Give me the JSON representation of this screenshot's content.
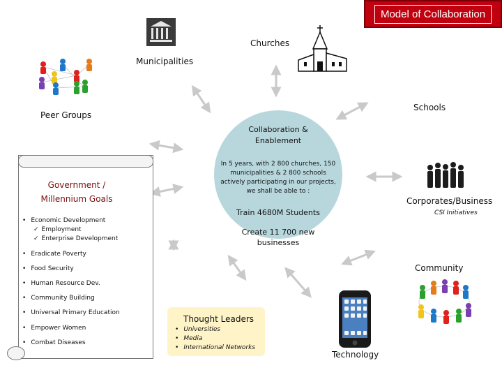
{
  "title": "Model of Collaboration",
  "nodes": {
    "churches": "Churches",
    "municipalities": "Municipalities",
    "peer_groups": "Peer Groups",
    "schools": "Schools",
    "corporates": "Corporates/Business",
    "csi": "CSI Initiatives",
    "community": "Community",
    "technology": "Technology"
  },
  "center": {
    "heading_line1": "Collaboration &",
    "heading_line2": "Enablement",
    "intro_line1": "In 5 years, with 2 800 churches, 150",
    "intro_line2": "municipalities & 2 800 schools",
    "intro_line3": "actively participating in our projects,",
    "intro_line4": "we shall be able to :",
    "goal1": "Train 4680M Students",
    "goal2_line1": "Create 11 700 new",
    "goal2_line2": "businesses"
  },
  "government": {
    "title_line1": "Government /",
    "title_line2": "Millennium Goals",
    "economic": "Economic Development",
    "sub_items": [
      "Employment",
      "Enterprise Development"
    ],
    "items": [
      "Eradicate Poverty",
      "Food Security",
      "Human Resource Dev.",
      "Community Building",
      "Universal Primary Education",
      "Empower Women",
      "Combat Diseases"
    ]
  },
  "thought_leaders": {
    "title": "Thought Leaders",
    "items": [
      "Universities",
      "Media",
      "International Networks"
    ]
  },
  "colors": {
    "title_bg": "#c0000f",
    "circle": "#b7d7dd",
    "thought_box": "#fff4c8",
    "arrow": "#c9c9c9"
  },
  "icons": [
    "bank-building-icon",
    "church-icon",
    "peer-network-icon",
    "business-people-icon",
    "community-network-icon",
    "smartphone-icon"
  ]
}
